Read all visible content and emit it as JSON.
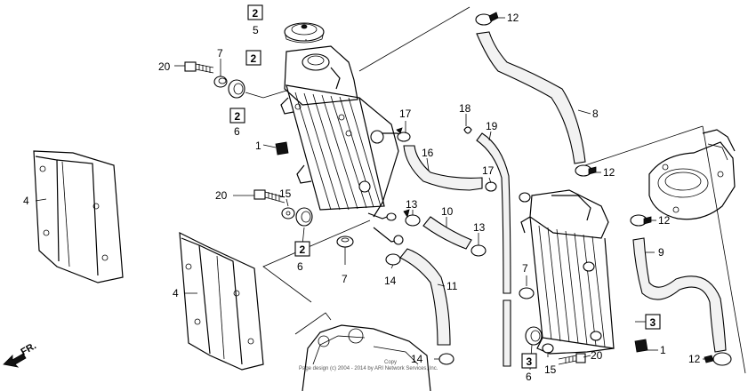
{
  "callouts": [
    {
      "id": "c-20a",
      "text": "20"
    },
    {
      "id": "c-7a",
      "text": "7"
    },
    {
      "id": "c-6a",
      "text": "6"
    },
    {
      "id": "c-1a",
      "text": "1"
    },
    {
      "id": "c-4a",
      "text": "4"
    },
    {
      "id": "c-4b",
      "text": "4"
    },
    {
      "id": "c-5",
      "text": "5"
    },
    {
      "id": "c-17a",
      "text": "17"
    },
    {
      "id": "c-16",
      "text": "16"
    },
    {
      "id": "c-20b",
      "text": "20"
    },
    {
      "id": "c-15a",
      "text": "15"
    },
    {
      "id": "c-6b",
      "text": "6"
    },
    {
      "id": "c-7b",
      "text": "7"
    },
    {
      "id": "c-13a",
      "text": "13"
    },
    {
      "id": "c-10",
      "text": "10"
    },
    {
      "id": "c-13b",
      "text": "13"
    },
    {
      "id": "c-14a",
      "text": "14"
    },
    {
      "id": "c-11",
      "text": "11"
    },
    {
      "id": "c-14b",
      "text": "14"
    },
    {
      "id": "c-18",
      "text": "18"
    },
    {
      "id": "c-19",
      "text": "19"
    },
    {
      "id": "c-17b",
      "text": "17"
    },
    {
      "id": "c-12a",
      "text": "12"
    },
    {
      "id": "c-8",
      "text": "8"
    },
    {
      "id": "c-12b",
      "text": "12"
    },
    {
      "id": "c-12c",
      "text": "12"
    },
    {
      "id": "c-9",
      "text": "9"
    },
    {
      "id": "c-7c",
      "text": "7"
    },
    {
      "id": "c-12d",
      "text": "12"
    },
    {
      "id": "c-1b",
      "text": "1"
    },
    {
      "id": "c-20c",
      "text": "20"
    },
    {
      "id": "c-15b",
      "text": "15"
    },
    {
      "id": "c-6c",
      "text": "6"
    }
  ],
  "boxed_callouts": [
    {
      "id": "b-2a",
      "text": "2"
    },
    {
      "id": "b-2b",
      "text": "2"
    },
    {
      "id": "b-2c",
      "text": "2"
    },
    {
      "id": "b-2d",
      "text": "2"
    },
    {
      "id": "b-3a",
      "text": "3"
    },
    {
      "id": "b-3b",
      "text": "3"
    }
  ],
  "direction_label": "FR.",
  "copyright_line1": "Copy",
  "copyright_line2": "Page design (c) 2004 - 2014 by ARI Network Services, Inc."
}
